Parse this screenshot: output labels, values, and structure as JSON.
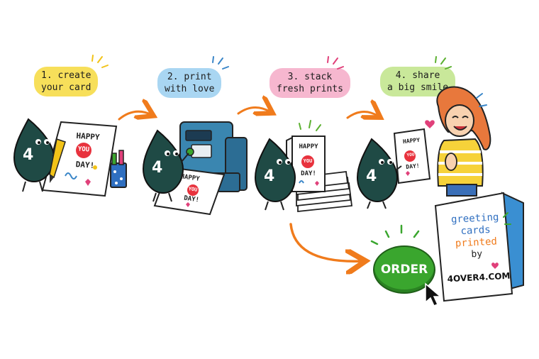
{
  "steps": [
    {
      "line1": "1. create",
      "line2": "your card",
      "bg": "#f7df5a"
    },
    {
      "line1": "2. print",
      "line2": "with love",
      "bg": "#a9d6f2"
    },
    {
      "line1": "3. stack",
      "line2": "fresh prints",
      "bg": "#f6b7cf"
    },
    {
      "line1": "4. share",
      "line2": "a big smile",
      "bg": "#c9e89a"
    }
  ],
  "mascot": {
    "number": "4",
    "color": "#1f4a45"
  },
  "card": {
    "happy": "HAPPY",
    "you": "YOU",
    "day": "DAY!"
  },
  "order_button": {
    "label": "ORDER",
    "color": "#3aa62e"
  },
  "promo": {
    "line1": "greeting",
    "line2": "cards",
    "line3": "printed",
    "line4": "by",
    "brand": "4OVER4.COM"
  },
  "colors": {
    "arrow": "#f07b1c",
    "printer": "#3a86b0"
  }
}
